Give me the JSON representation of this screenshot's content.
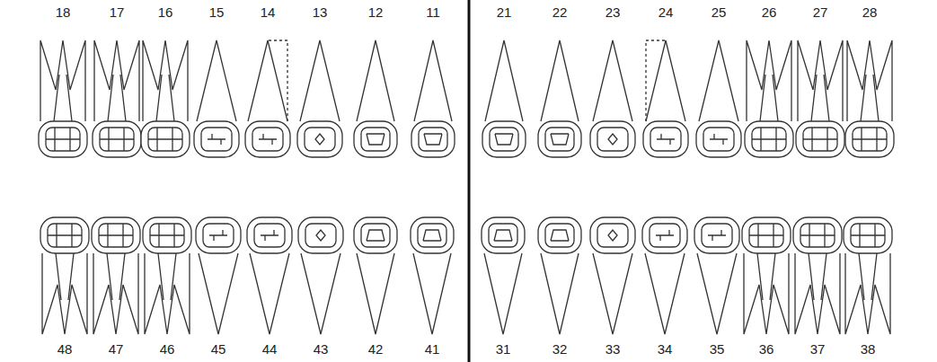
{
  "diagram": {
    "labels": [
      "18",
      "17",
      "16",
      "15",
      "14",
      "13",
      "12",
      "11",
      "21",
      "22",
      "23",
      "24",
      "25",
      "26",
      "27",
      "28",
      "48",
      "47",
      "46",
      "45",
      "44",
      "43",
      "42",
      "41",
      "31",
      "32",
      "33",
      "34",
      "35",
      "36",
      "37",
      "38"
    ]
  }
}
